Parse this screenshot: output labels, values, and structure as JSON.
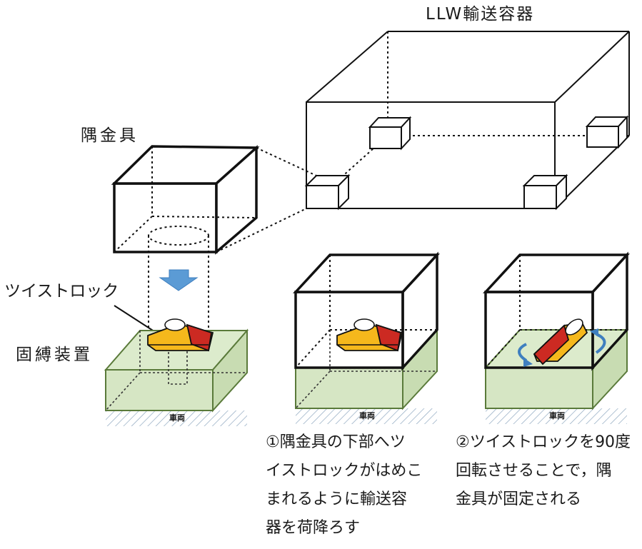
{
  "labels": {
    "container": "LLW輸送容器",
    "corner_fitting": "隅金具",
    "twistlock": "ツイストロック",
    "fastening_device": "固縛装置",
    "vehicle": "車両"
  },
  "steps": [
    {
      "text": "①隅金具の下部へツ\nイストロックがはめこ\nまれるように輸送容\n器を荷降ろす"
    },
    {
      "text": "②ツイストロックを90度\n回転させることで，隅\n金具が固定される"
    }
  ],
  "colors": {
    "base_fill": "#d6e6c4",
    "base_stroke": "#5a7a3a",
    "twistlock_yellow": "#f5b81c",
    "twistlock_red": "#cc2a22",
    "arrow_blue": "#5b9bd5",
    "hatch": "#8fa8c0"
  }
}
